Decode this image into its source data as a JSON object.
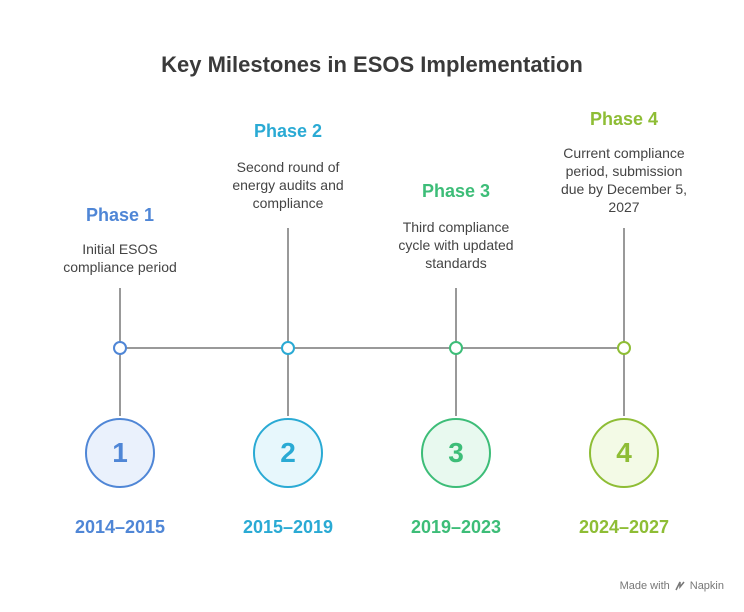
{
  "title": "Key Milestones in ESOS Implementation",
  "phases": [
    {
      "number": "1",
      "label": "Phase 1",
      "description": [
        "Initial ESOS",
        "compliance period"
      ],
      "years": "2014–2015",
      "color": "#4f86d6",
      "fill": "#eaf1fc"
    },
    {
      "number": "2",
      "label": "Phase 2",
      "description": [
        "Second round of",
        "energy audits and",
        "compliance"
      ],
      "years": "2015–2019",
      "color": "#2aaad4",
      "fill": "#e7f7fc"
    },
    {
      "number": "3",
      "label": "Phase 3",
      "description": [
        "Third compliance",
        "cycle with updated",
        "standards"
      ],
      "years": "2019–2023",
      "color": "#3dbd78",
      "fill": "#e8f9ef"
    },
    {
      "number": "4",
      "label": "Phase 4",
      "description": [
        "Current compliance",
        "period, submission",
        "due by December 5,",
        "2027"
      ],
      "years": "2024–2027",
      "color": "#8ebd35",
      "fill": "#f3fae6"
    }
  ],
  "footer": {
    "made_with": "Made with",
    "brand": "Napkin",
    "brand_icon": "napkin-logo-icon"
  }
}
